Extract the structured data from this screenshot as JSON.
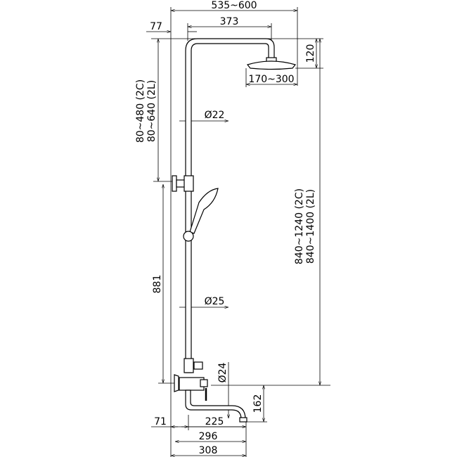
{
  "drawing": {
    "dimensions": {
      "overall_width": "535~600",
      "arm_length": "373",
      "wall_offset": "77",
      "head_height": "120",
      "head_diameter": "170~300",
      "upper_height": "80~480 (2C)",
      "upper_height_alt": "80~640 (2L)",
      "pipe_upper_diameter": "Ø22",
      "bracket_to_mixer": "881",
      "pipe_lower_diameter": "Ø25",
      "total_height": "840~1240 (2C)",
      "total_height_alt": "840~1400 (2L)",
      "spout_diameter": "Ø24",
      "spout_drop": "162",
      "mixer_offset": "71",
      "spout_length": "225",
      "spout_reach": "296",
      "overall_reach": "308"
    }
  }
}
